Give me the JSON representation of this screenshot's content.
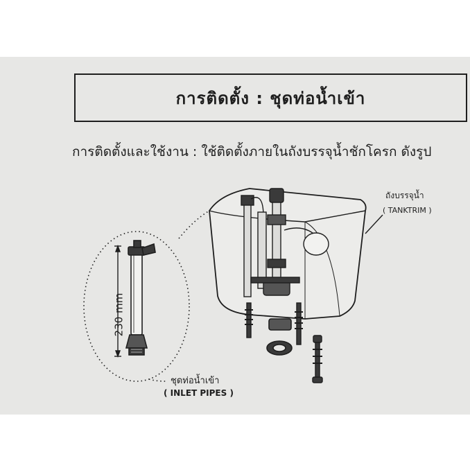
{
  "title": "การติดตั้ง : ชุดท่อน้ำเข้า",
  "subtitle": "การติดตั้งและใช้งาน : ใช้ติดตั้งภายในถังบรรจุน้ำชักโครก ดังรูป",
  "tank_label_th": "ถังบรรจุน้ำ",
  "tank_label_en": "( TANKTRIM )",
  "inlet_label_th": "ชุดท่อน้ำเข้า",
  "inlet_label_en": "( INLET PIPES )",
  "dimension_label": "230 mm",
  "colors": {
    "paper": "#e7e7e5",
    "ink": "#1e1e1e"
  }
}
